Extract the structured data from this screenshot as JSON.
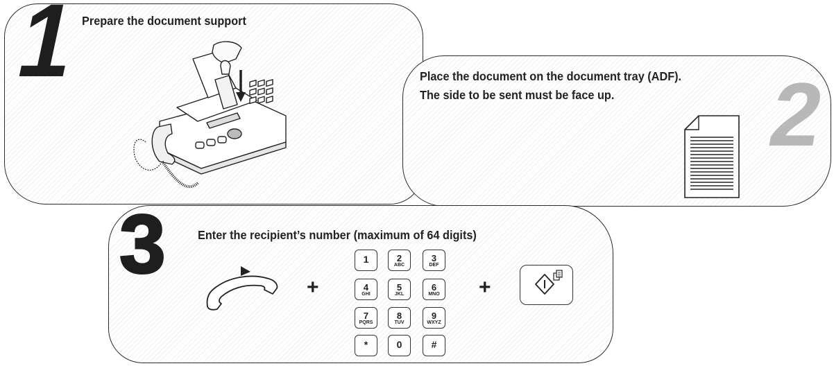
{
  "steps": [
    {
      "number": "1",
      "text": "Prepare the document support"
    },
    {
      "number": "2",
      "line1": "Place the document on the document tray (ADF).",
      "line2": "The side to be sent must be face up."
    },
    {
      "number": "3",
      "text": "Enter the recipient’s number (maximum of 64 digits)"
    }
  ],
  "keypad": [
    {
      "digit": "1",
      "letters": ""
    },
    {
      "digit": "2",
      "letters": "ABC"
    },
    {
      "digit": "3",
      "letters": "DEF"
    },
    {
      "digit": "4",
      "letters": "GHI"
    },
    {
      "digit": "5",
      "letters": "JKL"
    },
    {
      "digit": "6",
      "letters": "MNO"
    },
    {
      "digit": "7",
      "letters": "PQRS"
    },
    {
      "digit": "8",
      "letters": "TUV"
    },
    {
      "digit": "9",
      "letters": "WXYZ"
    },
    {
      "digit": "*",
      "letters": ""
    },
    {
      "digit": "0",
      "letters": ""
    },
    {
      "digit": "#",
      "letters": ""
    }
  ],
  "operators": {
    "plus1": "+",
    "plus2": "+"
  },
  "icons": {
    "step1": "fax-machine-illustration",
    "step2": "document-icon",
    "step3a": "handset-icon",
    "step3b": "start-button-icon"
  }
}
